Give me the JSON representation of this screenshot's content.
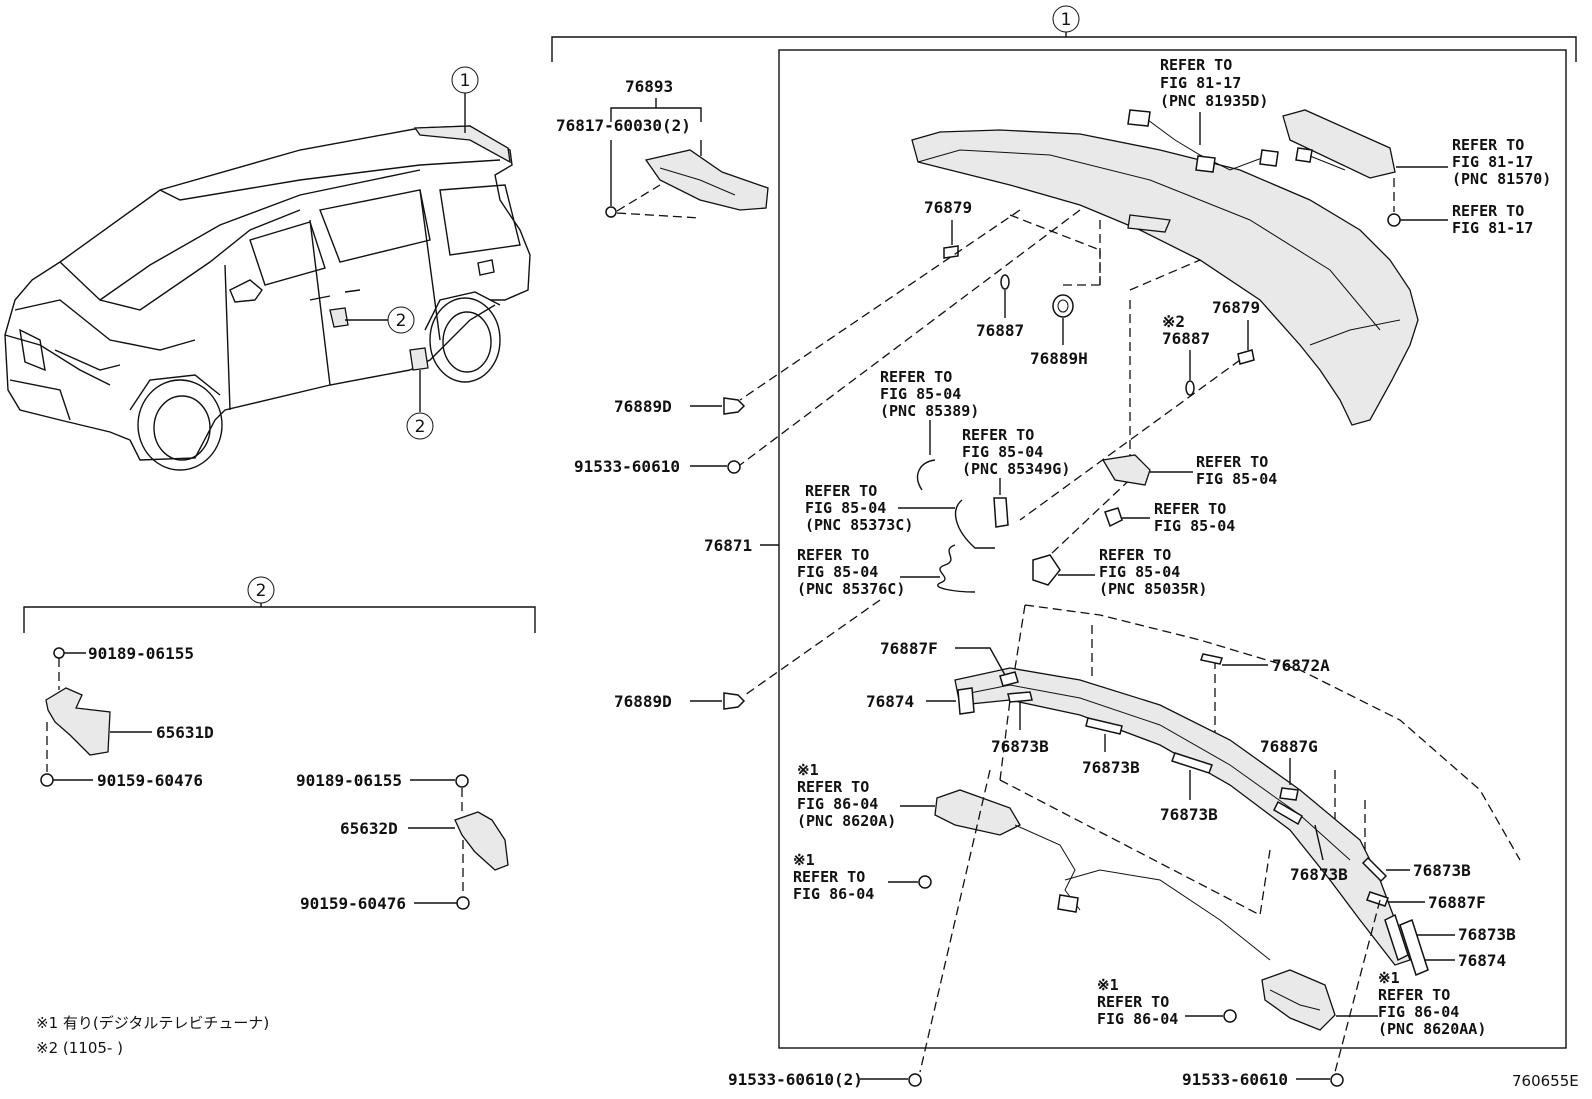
{
  "callouts": {
    "one": "1",
    "two": "2"
  },
  "parts": {
    "p76893": "76893",
    "p76817": "76817-60030(2)",
    "p76879a": "76879",
    "p76879b": "76879",
    "p76887a": "76887",
    "p76887b": "76887",
    "p76889H": "76889H",
    "p76889Da": "76889D",
    "p76889Db": "76889D",
    "p91533a": "91533-60610",
    "p91533b": "91533-60610(2)",
    "p91533c": "91533-60610",
    "p76871": "76871",
    "p76887F_a": "76887F",
    "p76887F_b": "76887F",
    "p76874a": "76874",
    "p76874b": "76874",
    "p76872A": "76872A",
    "p76873B_1": "76873B",
    "p76873B_2": "76873B",
    "p76873B_3": "76873B",
    "p76873B_4": "76873B",
    "p76873B_5": "76873B",
    "p76873B_6": "76873B",
    "p76887G": "76887G",
    "p90189a": "90189-06155",
    "p90189b": "90189-06155",
    "p65631D": "65631D",
    "p65632D": "65632D",
    "p90159a": "90159-60476",
    "p90159b": "90159-60476"
  },
  "refs": {
    "r81_17_a": [
      "REFER TO",
      "FIG 81-17",
      "(PNC 81935D)"
    ],
    "r81_17_b": [
      "REFER TO",
      "FIG 81-17",
      "(PNC 81570)"
    ],
    "r81_17_c": [
      "REFER TO",
      "FIG 81-17"
    ],
    "r85_04_a": [
      "REFER TO",
      "FIG 85-04",
      "(PNC 85389)"
    ],
    "r85_04_b": [
      "REFER TO",
      "FIG 85-04",
      "(PNC 85349G)"
    ],
    "r85_04_c": [
      "REFER TO",
      "FIG 85-04"
    ],
    "r85_04_d": [
      "REFER TO",
      "FIG 85-04",
      "(PNC 85373C)"
    ],
    "r85_04_e": [
      "REFER TO",
      "FIG 85-04"
    ],
    "r85_04_f": [
      "REFER TO",
      "FIG 85-04",
      "(PNC 85376C)"
    ],
    "r85_04_g": [
      "REFER TO",
      "FIG 85-04",
      "(PNC 85035R)"
    ],
    "r86_04_a": [
      "※1",
      "REFER TO",
      "FIG 86-04",
      "(PNC 8620A)"
    ],
    "r86_04_b": [
      "※1",
      "REFER TO",
      "FIG 86-04"
    ],
    "r86_04_c": [
      "※1",
      "REFER TO",
      "FIG 86-04"
    ],
    "r86_04_d": [
      "※1",
      "REFER TO",
      "FIG 86-04",
      "(PNC 8620AA)"
    ]
  },
  "mark2": "※2",
  "notes": {
    "n1": "※1 有り(デジタルテレビチューナ)",
    "n2": "※2 (1105-      )"
  },
  "figure_id": "760655E"
}
